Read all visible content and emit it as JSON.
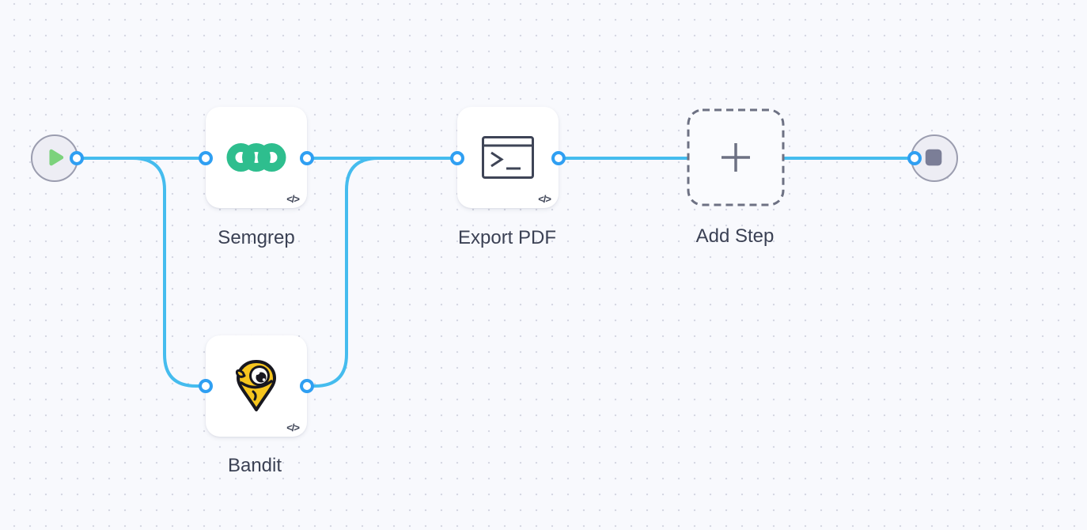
{
  "colors": {
    "canvas_bg": "#f8f9fd",
    "grid_dot": "#d6d8e3",
    "edge": "#45bcee",
    "port": "#2f9ff2",
    "node_bg": "#ffffff",
    "label_text": "#3b4154",
    "dashed_node": "#6d7183",
    "circle_node_bg": "#ededf4",
    "circle_node_border": "#9b9daf",
    "start_play_green": "#7cd27c",
    "end_stop_gray": "#7b7e97",
    "semgrep_green": "#2ebe8e",
    "bandit_yellow": "#f6c51e",
    "bandit_outline": "#17171f",
    "terminal_icon": "#3e4456"
  },
  "nodes": {
    "start": {
      "icon": "play-icon"
    },
    "semgrep": {
      "label": "Semgrep",
      "icon": "semgrep-logo-icon",
      "code_badge": "</>"
    },
    "bandit": {
      "label": "Bandit",
      "icon": "bandit-logo-icon",
      "code_badge": "</>"
    },
    "export_pdf": {
      "label": "Export PDF",
      "icon": "terminal-icon",
      "code_badge": "</>"
    },
    "add_step": {
      "label": "Add Step",
      "icon": "plus-icon"
    },
    "end": {
      "icon": "stop-icon"
    }
  },
  "edges": [
    {
      "from": "start",
      "to": "semgrep"
    },
    {
      "from": "start",
      "to": "bandit"
    },
    {
      "from": "semgrep",
      "to": "export_pdf"
    },
    {
      "from": "bandit",
      "to": "export_pdf"
    },
    {
      "from": "export_pdf",
      "to": "end"
    }
  ]
}
